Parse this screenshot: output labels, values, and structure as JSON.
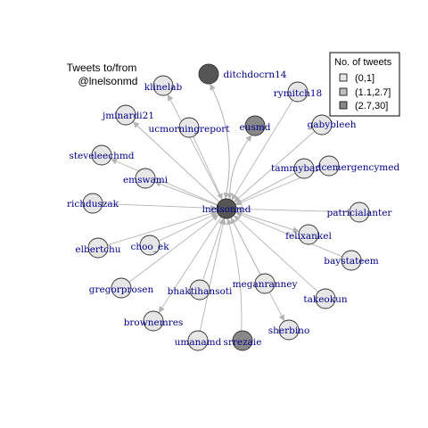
{
  "title": {
    "line1": "Tweets to/from",
    "line2": "@lnelsonmd"
  },
  "legend": {
    "title": "No. of tweets",
    "entries": [
      {
        "label": "(0,1]",
        "color": "#e6e6e6"
      },
      {
        "label": "(1.1,2.7]",
        "color": "#bebebe"
      },
      {
        "label": "(2.7,30]",
        "color": "#888888"
      }
    ]
  },
  "colors": {
    "edge": "#b3b3b3",
    "label": "#00008b",
    "center_node": "#555555"
  },
  "graph": {
    "center": "lnelsonmd",
    "nodes": [
      {
        "id": "lnelsonmd",
        "tier": "center"
      },
      {
        "id": "ditchdocrn14",
        "tier": "high"
      },
      {
        "id": "klinelab",
        "tier": "low"
      },
      {
        "id": "rymitch18",
        "tier": "low"
      },
      {
        "id": "jminardi21",
        "tier": "low"
      },
      {
        "id": "ucmorningreport",
        "tier": "low"
      },
      {
        "id": "eusmd",
        "tier": "mid"
      },
      {
        "id": "gabybleeh",
        "tier": "low"
      },
      {
        "id": "steveleechmd",
        "tier": "low"
      },
      {
        "id": "emswami",
        "tier": "low"
      },
      {
        "id": "tammybarrett",
        "tier": "low"
      },
      {
        "id": "dcemergencymed",
        "tier": "low"
      },
      {
        "id": "richduszak",
        "tier": "low"
      },
      {
        "id": "patricialanter",
        "tier": "low"
      },
      {
        "id": "elbertchu",
        "tier": "low"
      },
      {
        "id": "choo_ek",
        "tier": "low"
      },
      {
        "id": "felixankel",
        "tier": "low"
      },
      {
        "id": "baystateem",
        "tier": "low"
      },
      {
        "id": "gregorprosen",
        "tier": "low"
      },
      {
        "id": "bhaktihansoti",
        "tier": "low"
      },
      {
        "id": "meganranney",
        "tier": "low"
      },
      {
        "id": "takeokun",
        "tier": "low"
      },
      {
        "id": "brownemres",
        "tier": "low"
      },
      {
        "id": "sherbino",
        "tier": "low"
      },
      {
        "id": "umanamd",
        "tier": "low"
      },
      {
        "id": "srrezaie",
        "tier": "mid"
      }
    ]
  }
}
